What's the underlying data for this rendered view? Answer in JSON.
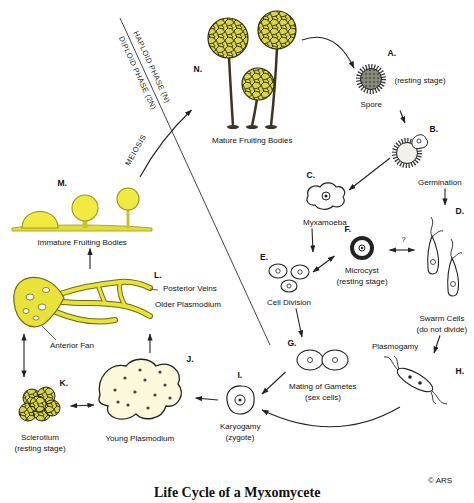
{
  "diagram": {
    "caption": "Life Cycle of a Myxomycete",
    "nodes": [
      {
        "text": [
          "A.",
          "(resting stage)",
          "Spore"
        ]
      },
      {
        "text": [
          "B.",
          "Germination"
        ]
      },
      {
        "text": [
          "C.",
          "Myxamoeba"
        ]
      },
      {
        "text": [
          "D.",
          "Swarm Cells",
          "(do not divide)"
        ]
      },
      {
        "text": [
          "F.",
          "Microcyst",
          "(resting stage)"
        ]
      },
      {
        "text": [
          "E.",
          "Cell Division"
        ]
      },
      {
        "text": [
          "G.",
          "Mating of Gametes",
          "(sex cells)"
        ]
      },
      {
        "text": [
          "H."
        ]
      },
      {
        "text": [
          "I.",
          "Karyogamy",
          "(zygote)"
        ]
      },
      {
        "text": [
          "J.",
          "Young Plasmodium"
        ]
      },
      {
        "text": [
          "K.",
          "Sclerotium",
          "(resting stage)"
        ]
      },
      {
        "text": [
          "L.",
          "Older Plasmodium"
        ]
      },
      {
        "text": [
          "M.",
          "Immature Fruiting Bodies"
        ]
      },
      {
        "text": [
          "N.",
          "Mature Fruiting Bodies"
        ]
      }
    ],
    "edges": [
      {
        "from": 13,
        "to": 0,
        "arrow": "to"
      },
      {
        "from": 0,
        "to": 1,
        "arrow": "to"
      },
      {
        "from": 1,
        "to": 2,
        "arrow": "to"
      },
      {
        "from": 1,
        "to": 3,
        "arrow": "to"
      },
      {
        "from": 2,
        "to": 5,
        "arrow": "to"
      },
      {
        "from": 5,
        "to": 4,
        "arrow": "both"
      },
      {
        "from": 4,
        "to": 3,
        "label": "?",
        "arrow": "both"
      },
      {
        "from": 5,
        "to": 6,
        "arrow": "to"
      },
      {
        "from": 3,
        "to": 7,
        "arrow": "to"
      },
      {
        "from": 6,
        "to": 8,
        "arrow": "to"
      },
      {
        "from": 7,
        "to": 8,
        "arrow": "to"
      },
      {
        "from": 8,
        "to": 9,
        "arrow": "to"
      },
      {
        "from": 9,
        "to": 10,
        "arrow": "both"
      },
      {
        "from": 9,
        "to": 11,
        "arrow": "to"
      },
      {
        "from": 11,
        "to": 10,
        "arrow": "both"
      },
      {
        "from": 11,
        "to": 12,
        "arrow": "to"
      },
      {
        "from": 12,
        "to": 13,
        "label": "MEIOSIS",
        "arrow": "to"
      }
    ],
    "labels": [
      "HAPLOID PHASE (N)",
      "DIPLOID PHASE (2N)",
      "Plasmogamy",
      "Posterior Veins",
      "Anterior Fan",
      "© ARS"
    ]
  }
}
